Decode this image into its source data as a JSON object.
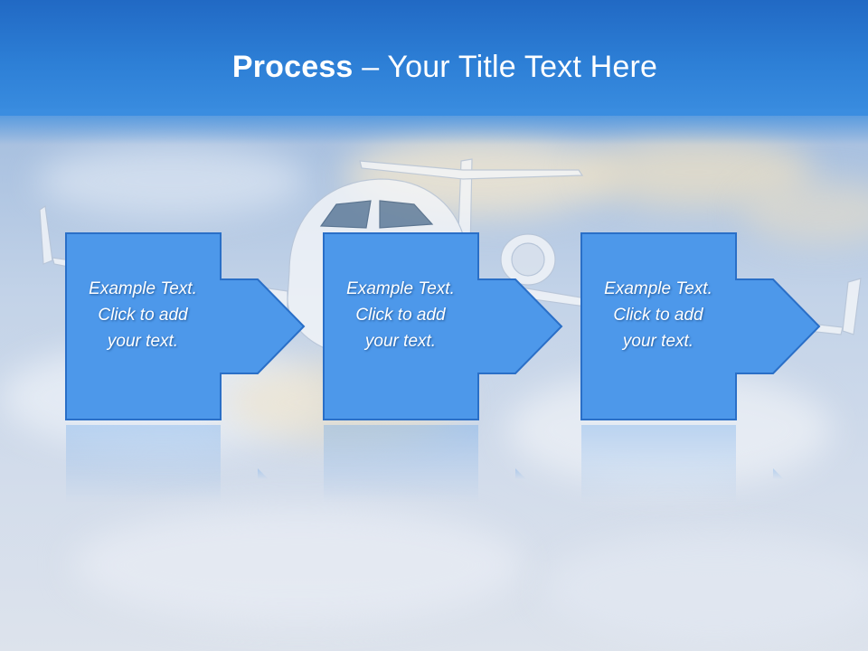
{
  "slide": {
    "title_bold": "Process",
    "title_rest": " – Your Title Text Here"
  },
  "steps": [
    {
      "label": "Example Text.",
      "line2": "Click  to add",
      "line3": "your text."
    },
    {
      "label": "Example Text.",
      "line2": "Click  to add",
      "line3": "your text."
    },
    {
      "label": "Example Text.",
      "line2": "Click  to add",
      "line3": "your text."
    }
  ],
  "colors": {
    "title_bar": "#2d7fd6",
    "box_fill": "#4d98ea",
    "box_border": "#2a6fc7",
    "text": "#ffffff"
  },
  "icons": {
    "arrow": "right-arrow-icon",
    "background": "jet-airplane-in-clouds"
  }
}
